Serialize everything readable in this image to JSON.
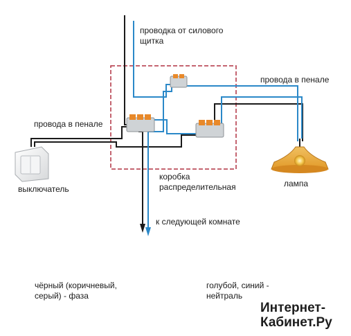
{
  "labels": {
    "panel_wiring": "проводка от силового\nщитка",
    "wires_top_right": "провода в пенале",
    "wires_left": "провода в пенале",
    "switch": "выключатель",
    "junction_box": "коробка\nраспределительная",
    "lamp": "лампа",
    "next_room": "к следующей комнате",
    "phase_legend": "чёрный (коричневый,\nсерый) - фаза",
    "neutral_legend": "голубой, синий -\nнейтраль"
  },
  "watermark": "Интернет-\nКабинет.Ру",
  "colors": {
    "phase_wire": "#1a1a1a",
    "neutral_wire": "#2a88c8",
    "box_outline": "#b03040",
    "connector_orange": "#e8892a",
    "lamp_glow": "#f2c44a"
  }
}
